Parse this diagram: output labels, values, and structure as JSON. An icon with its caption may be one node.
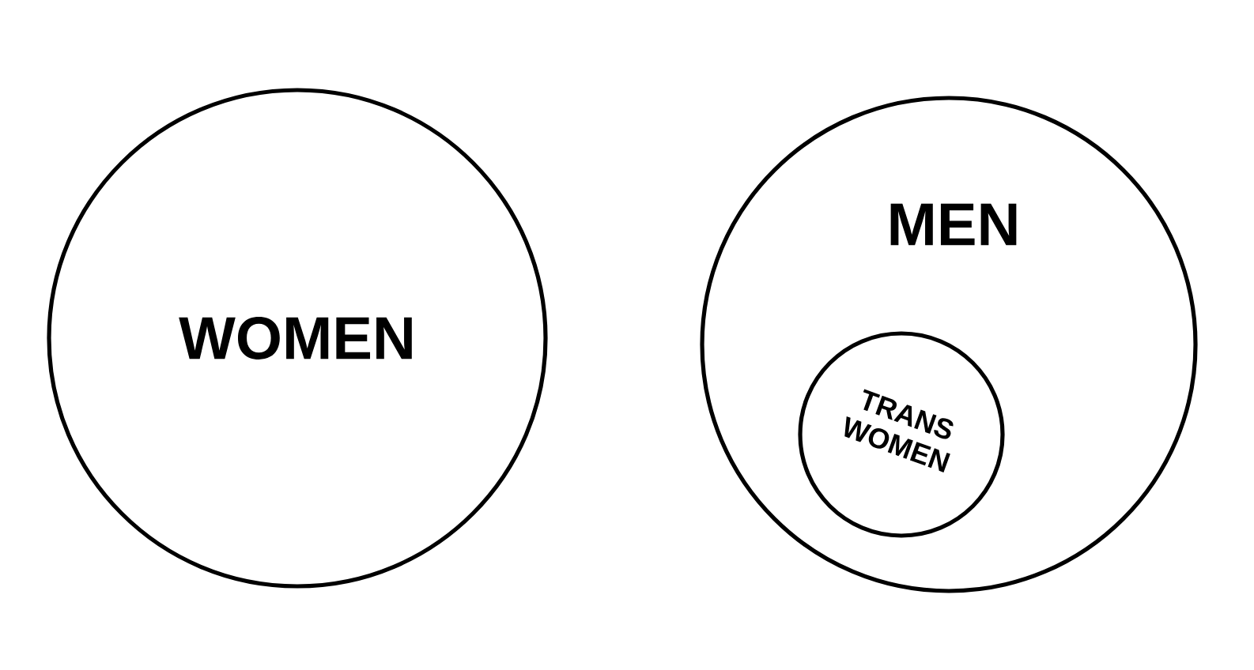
{
  "diagram": {
    "nodes": [
      {
        "text": [
          "WOMEN"
        ]
      },
      {
        "text": [
          "MEN"
        ]
      },
      {
        "text": [
          "TRANS WOMEN"
        ],
        "in": 1
      }
    ]
  }
}
